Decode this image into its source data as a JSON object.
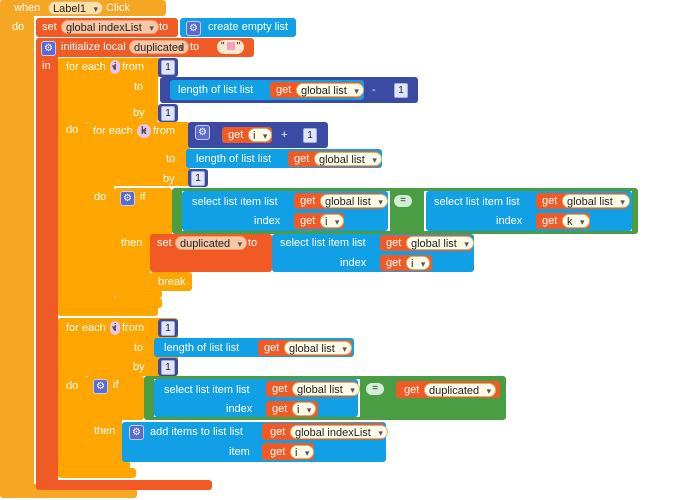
{
  "event": {
    "when": "when",
    "component": "Label1",
    "click": "Click",
    "do": "do"
  },
  "set_index": {
    "set": "set",
    "var": "global indexList",
    "to": "to",
    "create_empty_list": "create empty list"
  },
  "init_local": {
    "label": "initialize local",
    "var": "duplicated",
    "to": "to",
    "in": "in",
    "string_open": "\"",
    "string_close": "\""
  },
  "loop1": {
    "for_each": "for each",
    "var": "i",
    "from": "from",
    "from_val": "1",
    "to": "to",
    "to_label": "length of list  list",
    "get": "get",
    "list": "global list",
    "minus": "-",
    "minus_val": "1",
    "by": "by",
    "by_val": "1",
    "do": "do"
  },
  "loop2": {
    "for_each": "for each",
    "var": "k",
    "from": "from",
    "get": "get",
    "get_var": "i",
    "plus": "+",
    "plus_val": "1",
    "to": "to",
    "to_label": "length of list  list",
    "list": "global list",
    "by": "by",
    "by_val": "1",
    "do": "do"
  },
  "if1": {
    "if": "if",
    "select_label": "select list item  list",
    "get": "get",
    "list": "global list",
    "index": "index",
    "i": "i",
    "eq": "=",
    "k": "k",
    "then": "then"
  },
  "set_dup": {
    "set": "set",
    "var": "duplicated",
    "to": "to",
    "select_label": "select list item  list",
    "get": "get",
    "list": "global list",
    "index": "index",
    "i": "i",
    "break": "break"
  },
  "loop3": {
    "for_each": "for each",
    "var": "i",
    "from": "from",
    "from_val": "1",
    "to": "to",
    "to_label": "length of list  list",
    "get": "get",
    "list": "global list",
    "by": "by",
    "by_val": "1",
    "do": "do"
  },
  "if2": {
    "if": "if",
    "select_label": "select list item  list",
    "get": "get",
    "list": "global list",
    "index": "index",
    "i": "i",
    "eq": "=",
    "dup": "duplicated",
    "then": "then"
  },
  "add_items": {
    "label": "add items to list  list",
    "get": "get",
    "list": "global indexList",
    "item": "item",
    "i": "i"
  },
  "colors": {
    "event": "#f5a623",
    "variables": "#f15a24",
    "lists": "#11a0e5",
    "control": "#ffa500",
    "math": "#3b4ba3",
    "logic": "#4a9d42",
    "text": "#f05a24"
  },
  "icons": {
    "gear": "gear-icon"
  }
}
